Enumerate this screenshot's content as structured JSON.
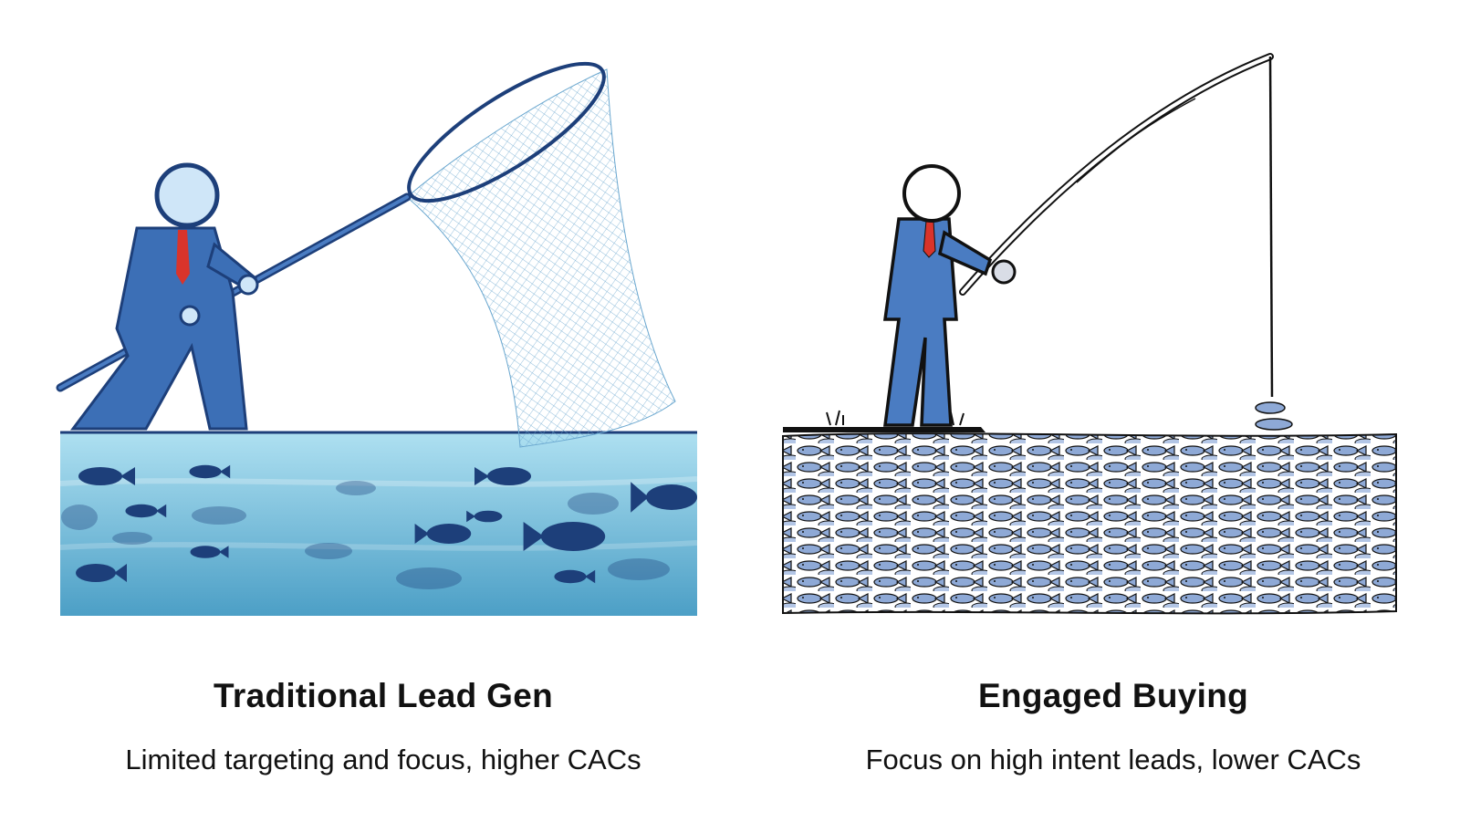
{
  "left": {
    "title": "Traditional Lead Gen",
    "subtitle": "Limited targeting and focus, higher CACs",
    "colors": {
      "water_top": "#a8ddf0",
      "water_bottom": "#4fa3c9",
      "fish": "#1d3f7a",
      "suit": "#3c6fb6"
    }
  },
  "right": {
    "title": "Engaged Buying",
    "subtitle": "Focus on high intent leads, lower CACs",
    "colors": {
      "fish": "#7f9fcf",
      "outline": "#111111",
      "suit": "#4a7cc2"
    }
  }
}
